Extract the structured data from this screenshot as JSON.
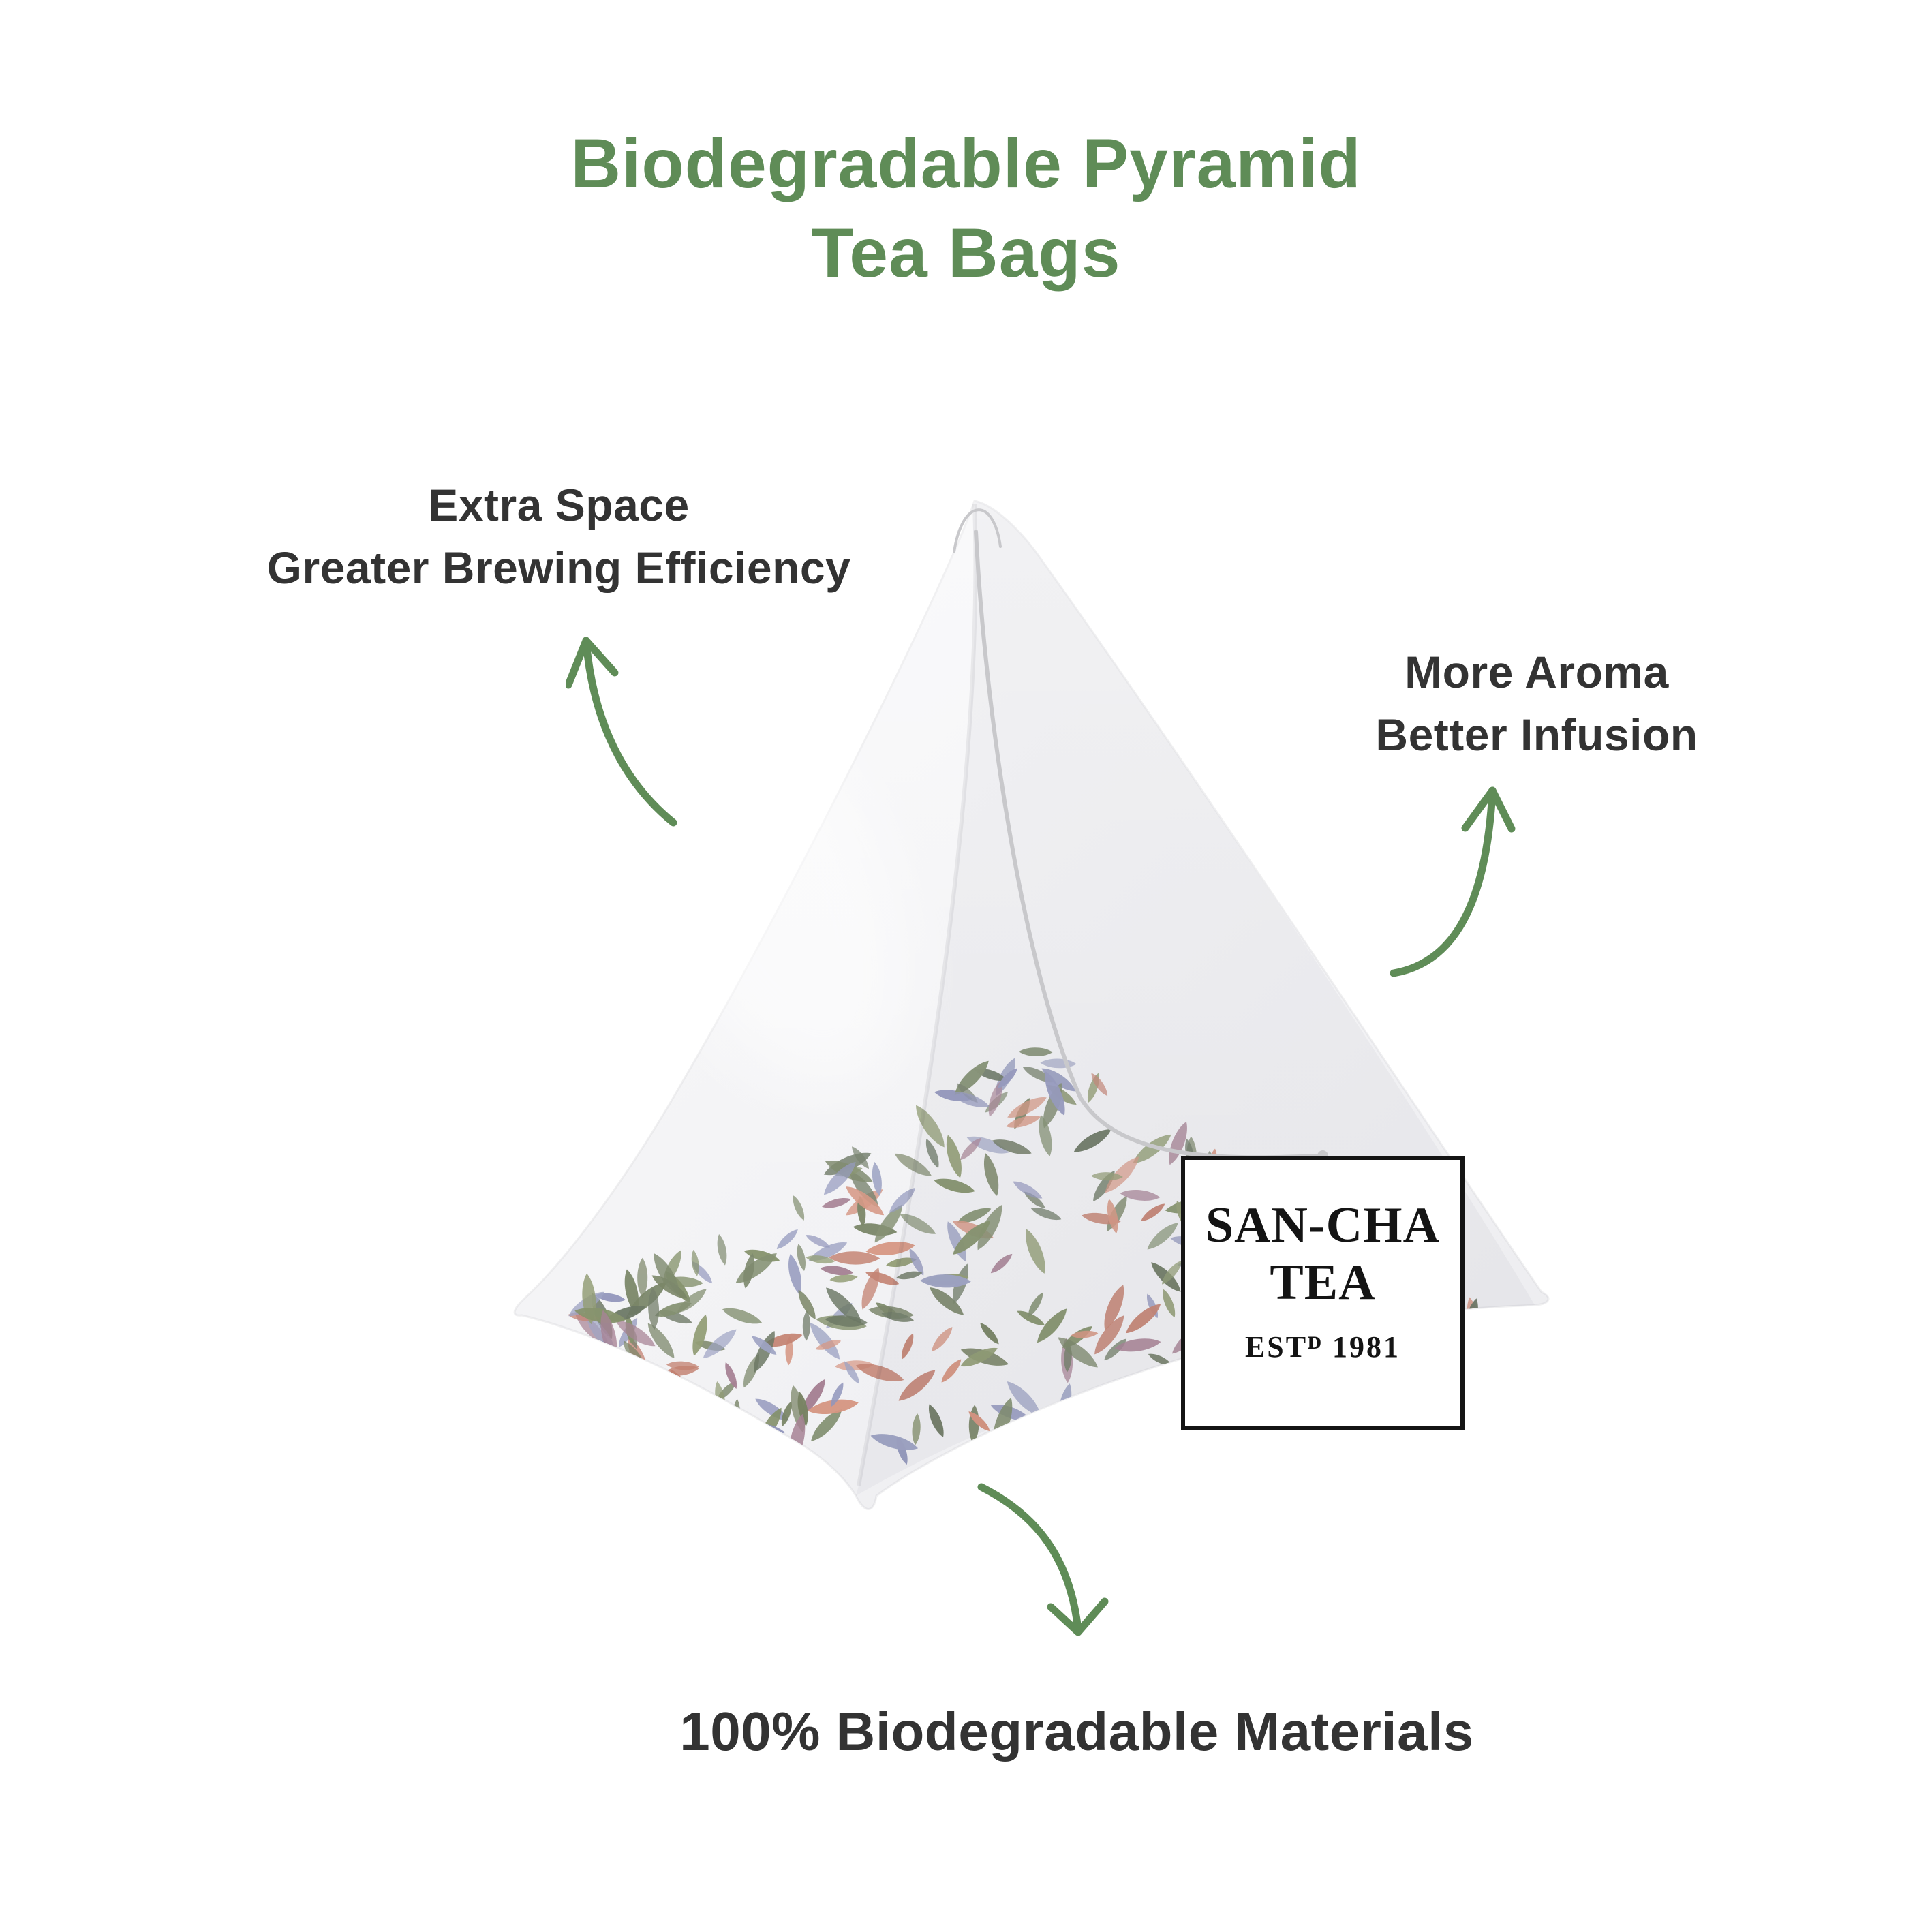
{
  "title": {
    "line1": "Biodegradable Pyramid",
    "line2": "Tea Bags"
  },
  "annotations": {
    "left": {
      "line1": "Extra Space",
      "line2": "Greater Brewing Efficiency"
    },
    "right": {
      "line1": "More Aroma",
      "line2": "Better Infusion"
    },
    "bottom": {
      "text": "100% Biodegradable Materials"
    }
  },
  "tag": {
    "brand_line1": "SAN-CHA",
    "brand_line2": "TEA",
    "established": "ESTᴰ 1981"
  },
  "icons": {
    "arrow_left": "curved-arrow-up",
    "arrow_right": "curved-arrow-up",
    "arrow_bottom": "curved-arrow-down"
  },
  "colors": {
    "accent_green": "#5f8c57",
    "text_dark": "#333333",
    "string_gray": "#c8c8cb",
    "bag_light": "#f7f7f9",
    "bag_shadow": "#e6e6ea",
    "tag_border": "#141414"
  },
  "leaf_colors": [
    "#4d5c33",
    "#5d6e3c",
    "#6e7d48",
    "#465539",
    "#3a4a30",
    "#7f86b0",
    "#6e74a6",
    "#8a5a72",
    "#c8745a",
    "#b05a44",
    "#596a41",
    "#50603a"
  ]
}
